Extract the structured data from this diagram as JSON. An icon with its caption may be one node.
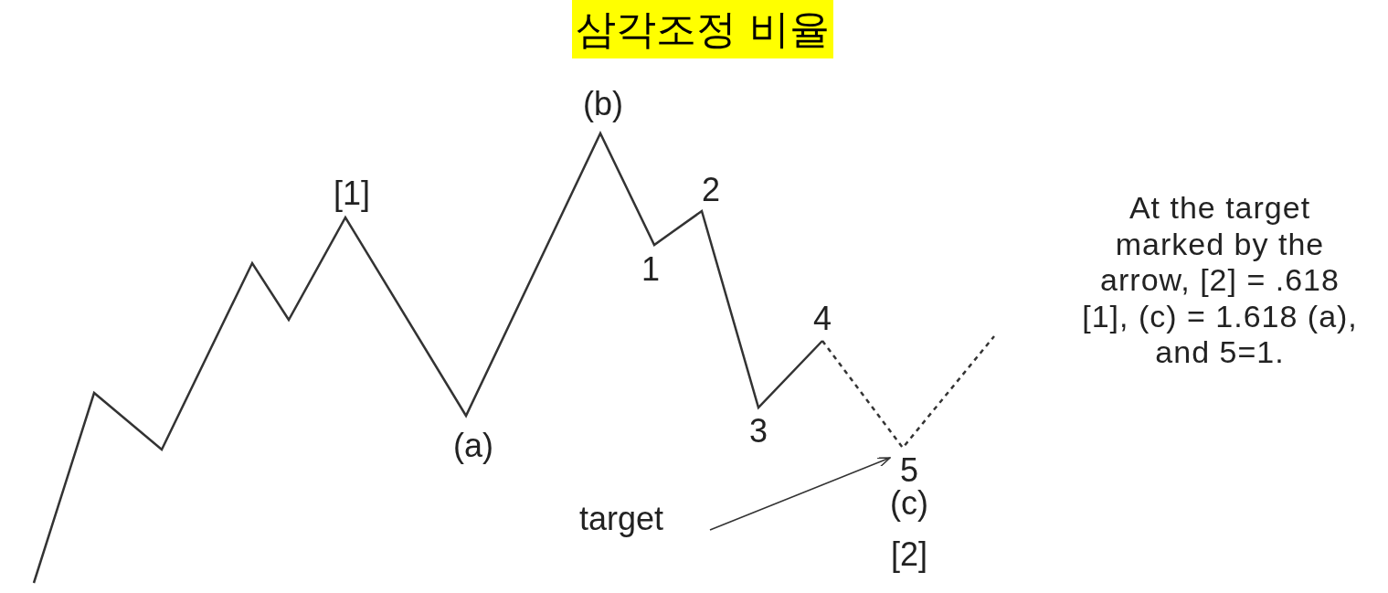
{
  "diagram": {
    "title": "삼각조정 비율",
    "nodes": [
      {
        "text": [
          "target"
        ]
      },
      {
        "text": [
          "5"
        ]
      }
    ],
    "edges": [
      {
        "from": 0,
        "to": 1,
        "arrow": "to"
      }
    ],
    "labels": [
      "(b)",
      "[1]",
      "2",
      "1",
      "4",
      "(a)",
      "3",
      "(c)",
      "[2]",
      "At the target marked by the arrow, [2] = .618 [1], (c) = 1.618 (a), and 5=1."
    ]
  }
}
